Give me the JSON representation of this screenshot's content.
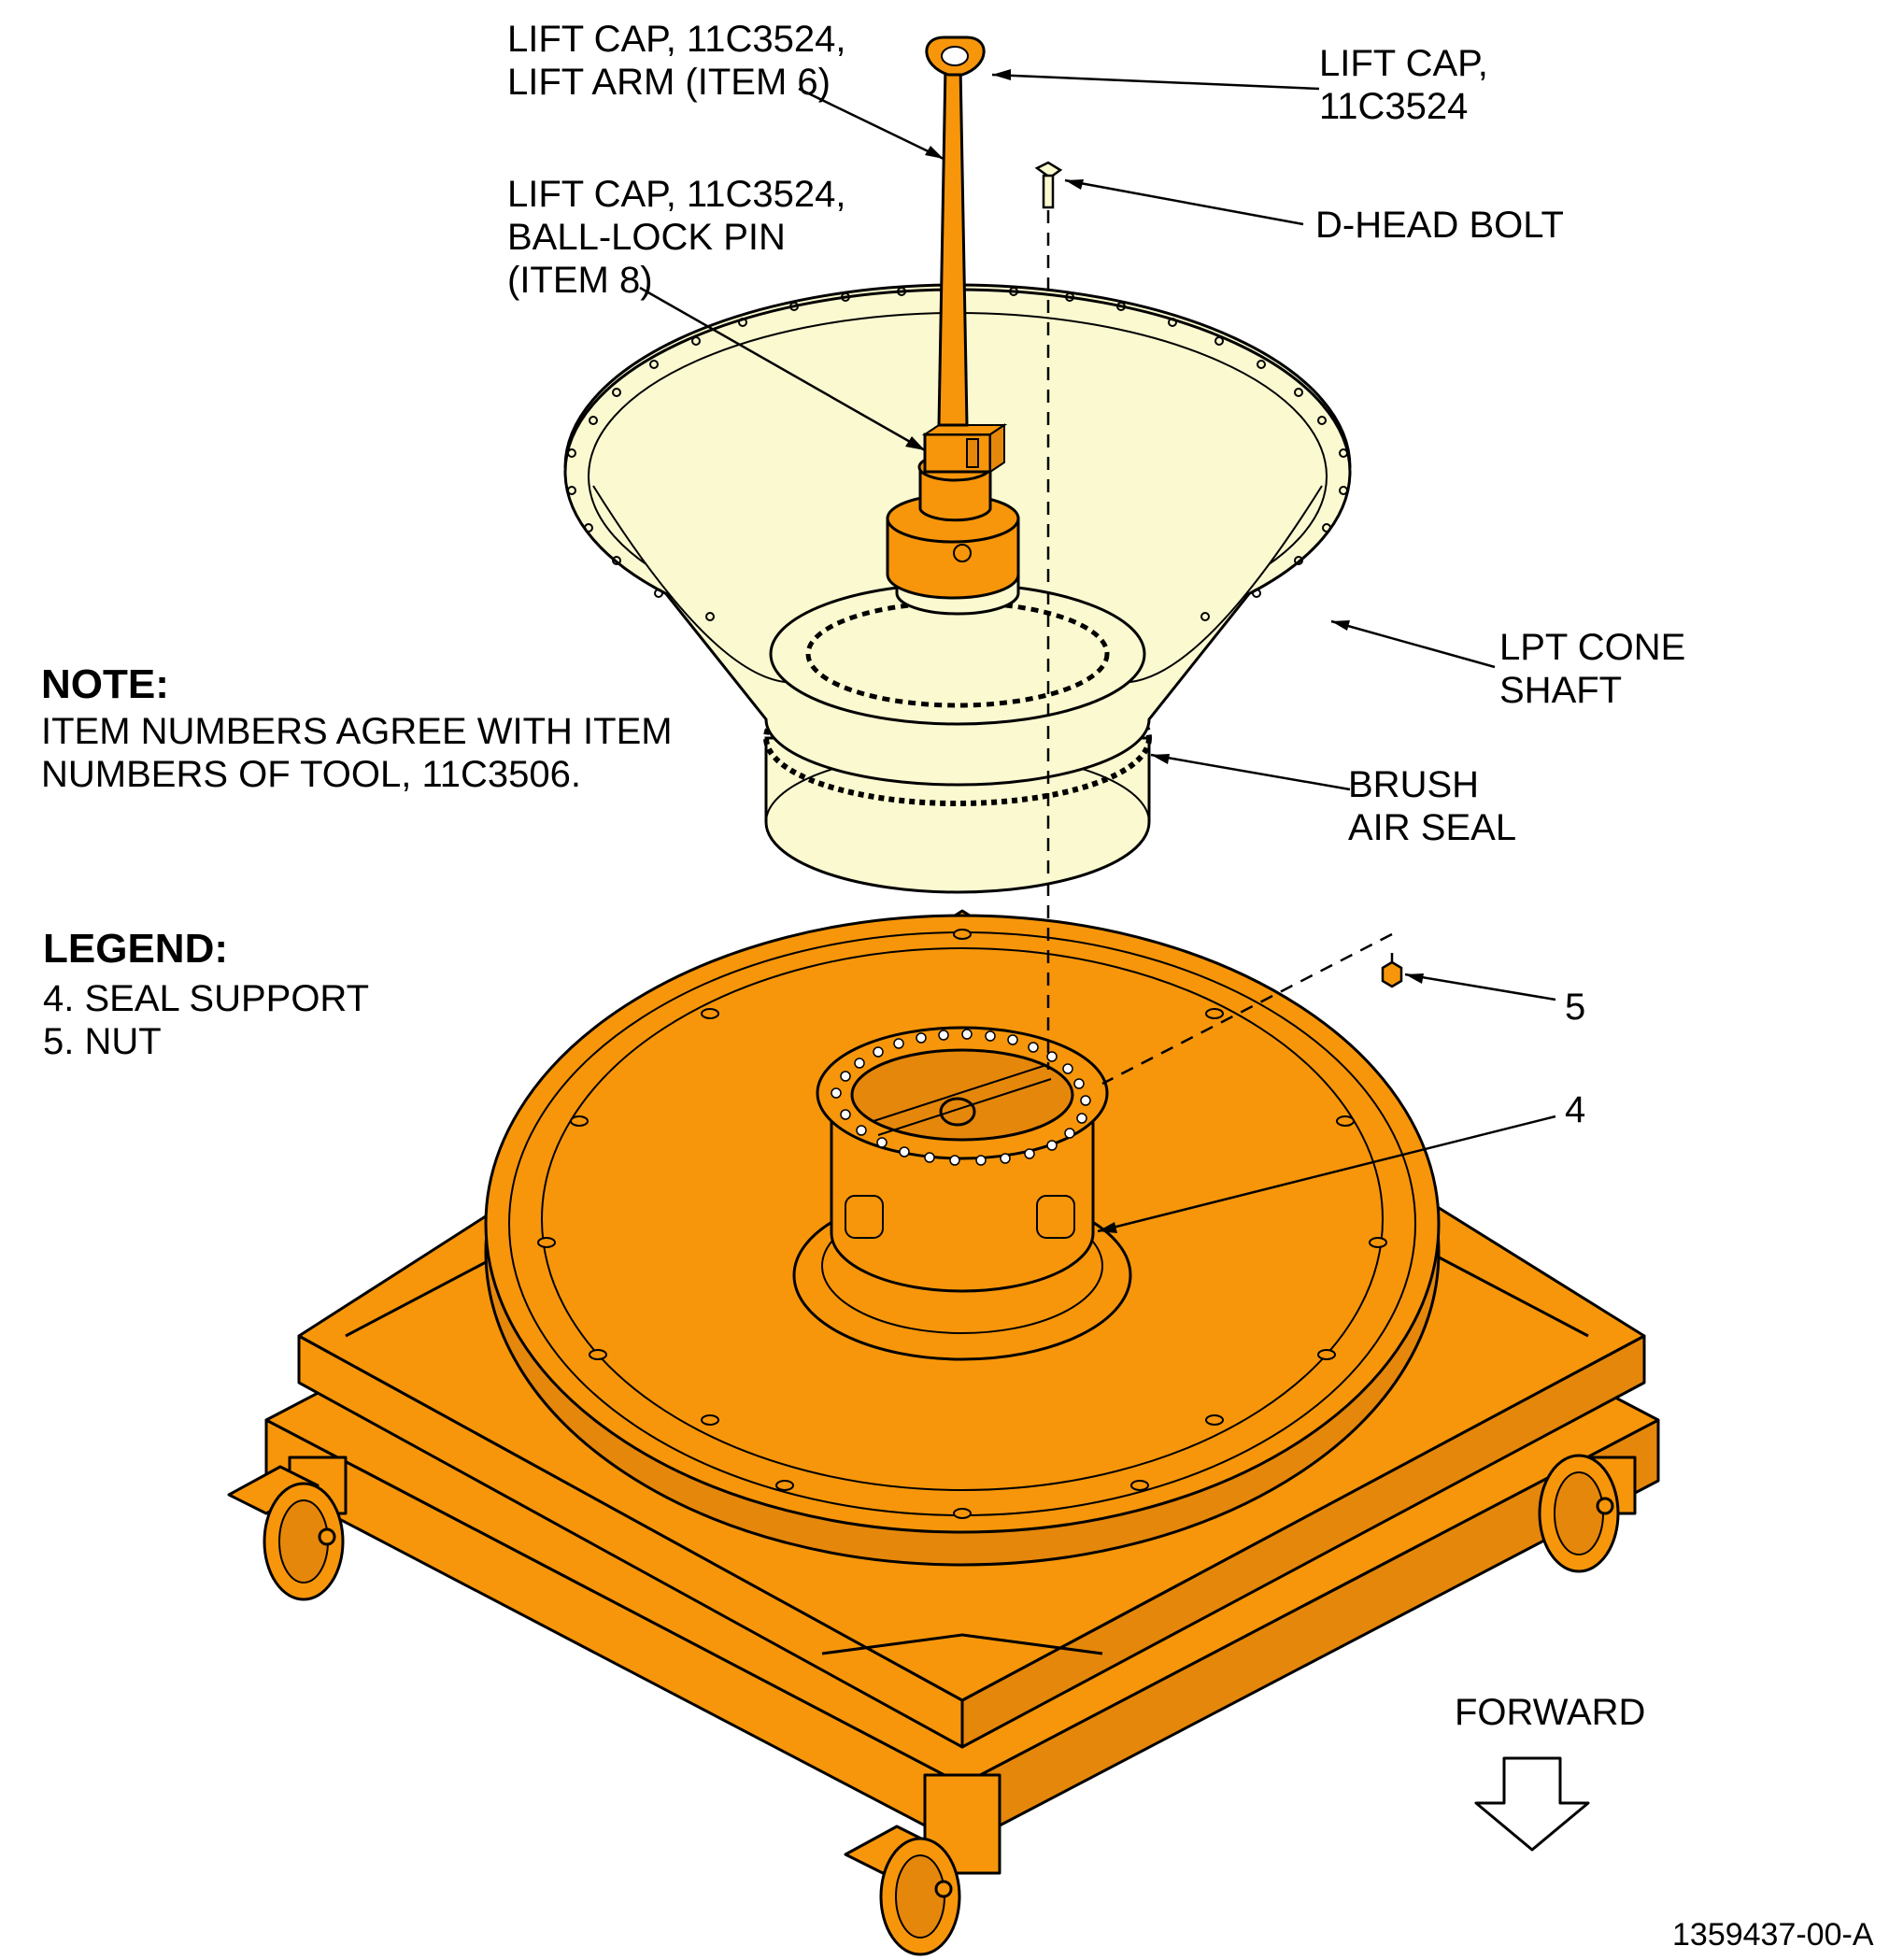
{
  "callouts": {
    "lift_arm": "LIFT CAP, 11C3524,\nLIFT ARM (ITEM 6)",
    "lift_cap": "LIFT CAP,\n11C3524",
    "ball_lock_pin": "LIFT CAP, 11C3524,\nBALL-LOCK PIN\n(ITEM 8)",
    "d_head_bolt": "D-HEAD BOLT",
    "lpt_cone_shaft": "LPT CONE\nSHAFT",
    "brush_air_seal": "BRUSH\nAIR SEAL",
    "item_5": "5",
    "item_4": "4"
  },
  "note": {
    "heading": "NOTE:",
    "text": "ITEM NUMBERS AGREE WITH ITEM\nNUMBERS OF TOOL, 11C3506."
  },
  "legend": {
    "heading": "LEGEND:",
    "items": [
      "4. SEAL SUPPORT",
      "5. NUT"
    ]
  },
  "forward_label": "FORWARD",
  "figure_id": "1359437-00-A",
  "colors": {
    "tool_orange": "#F7960A",
    "cone_yellow": "#FBF9D0",
    "line": "#000000"
  }
}
